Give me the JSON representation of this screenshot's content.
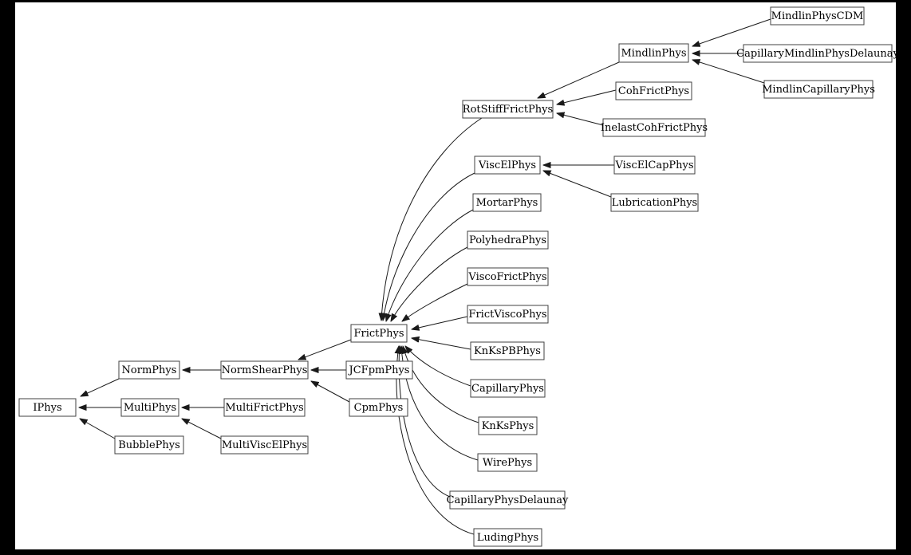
{
  "diagram_type": "inheritance-graph",
  "colors": {
    "background": "#000000",
    "canvas": "#ffffff",
    "box_fill": "#ffffff",
    "box_border": "#404040",
    "edge": "#1a1a1a",
    "text": "#000000"
  },
  "nodes": {
    "iphys": {
      "label": "IPhys"
    },
    "normphys": {
      "label": "NormPhys"
    },
    "multiphys": {
      "label": "MultiPhys"
    },
    "bubblephys": {
      "label": "BubblePhys"
    },
    "normshearphys": {
      "label": "NormShearPhys"
    },
    "multifrictphys": {
      "label": "MultiFrictPhys"
    },
    "multiviscelphys": {
      "label": "MultiViscElPhys"
    },
    "frictphys": {
      "label": "FrictPhys"
    },
    "jcfpmphys": {
      "label": "JCFpmPhys"
    },
    "cpmphys": {
      "label": "CpmPhys"
    },
    "rotstifffrictphys": {
      "label": "RotStiffFrictPhys"
    },
    "viscelphys": {
      "label": "ViscElPhys"
    },
    "mortarphys": {
      "label": "MortarPhys"
    },
    "polyhedraphys": {
      "label": "PolyhedraPhys"
    },
    "viscofrictphys": {
      "label": "ViscoFrictPhys"
    },
    "frictviscophys": {
      "label": "FrictViscoPhys"
    },
    "knkspbphys": {
      "label": "KnKsPBPhys"
    },
    "capillaryphys": {
      "label": "CapillaryPhys"
    },
    "knksphys": {
      "label": "KnKsPhys"
    },
    "wirephys": {
      "label": "WirePhys"
    },
    "capillaryphysdelaunay": {
      "label": "CapillaryPhysDelaunay"
    },
    "ludingphys": {
      "label": "LudingPhys"
    },
    "mindlinphys": {
      "label": "MindlinPhys"
    },
    "cohfrictphys": {
      "label": "CohFrictPhys"
    },
    "inelastcohfrictphys": {
      "label": "InelastCohFrictPhys"
    },
    "viscelcapphys": {
      "label": "ViscElCapPhys"
    },
    "lubricationphys": {
      "label": "LubricationPhys"
    },
    "mindlinphyscdm": {
      "label": "MindlinPhysCDM"
    },
    "capillarymindlinphysdelaunay": {
      "label": "CapillaryMindlinPhysDelaunay"
    },
    "mindlincapillaryphys": {
      "label": "MindlinCapillaryPhys"
    }
  },
  "edges": [
    {
      "from": "NormPhys",
      "to": "IPhys"
    },
    {
      "from": "MultiPhys",
      "to": "IPhys"
    },
    {
      "from": "BubblePhys",
      "to": "IPhys"
    },
    {
      "from": "NormShearPhys",
      "to": "NormPhys"
    },
    {
      "from": "MultiFrictPhys",
      "to": "MultiPhys"
    },
    {
      "from": "MultiViscElPhys",
      "to": "MultiPhys"
    },
    {
      "from": "FrictPhys",
      "to": "NormShearPhys"
    },
    {
      "from": "JCFpmPhys",
      "to": "NormShearPhys"
    },
    {
      "from": "CpmPhys",
      "to": "NormShearPhys"
    },
    {
      "from": "RotStiffFrictPhys",
      "to": "FrictPhys"
    },
    {
      "from": "ViscElPhys",
      "to": "FrictPhys"
    },
    {
      "from": "MortarPhys",
      "to": "FrictPhys"
    },
    {
      "from": "PolyhedraPhys",
      "to": "FrictPhys"
    },
    {
      "from": "ViscoFrictPhys",
      "to": "FrictPhys"
    },
    {
      "from": "FrictViscoPhys",
      "to": "FrictPhys"
    },
    {
      "from": "KnKsPBPhys",
      "to": "FrictPhys"
    },
    {
      "from": "CapillaryPhys",
      "to": "FrictPhys"
    },
    {
      "from": "KnKsPhys",
      "to": "FrictPhys"
    },
    {
      "from": "WirePhys",
      "to": "FrictPhys"
    },
    {
      "from": "CapillaryPhysDelaunay",
      "to": "FrictPhys"
    },
    {
      "from": "LudingPhys",
      "to": "FrictPhys"
    },
    {
      "from": "MindlinPhys",
      "to": "RotStiffFrictPhys"
    },
    {
      "from": "CohFrictPhys",
      "to": "RotStiffFrictPhys"
    },
    {
      "from": "InelastCohFrictPhys",
      "to": "RotStiffFrictPhys"
    },
    {
      "from": "ViscElCapPhys",
      "to": "ViscElPhys"
    },
    {
      "from": "LubricationPhys",
      "to": "ViscElPhys"
    },
    {
      "from": "MindlinPhysCDM",
      "to": "MindlinPhys"
    },
    {
      "from": "CapillaryMindlinPhysDelaunay",
      "to": "MindlinPhys"
    },
    {
      "from": "MindlinCapillaryPhys",
      "to": "MindlinPhys"
    }
  ]
}
